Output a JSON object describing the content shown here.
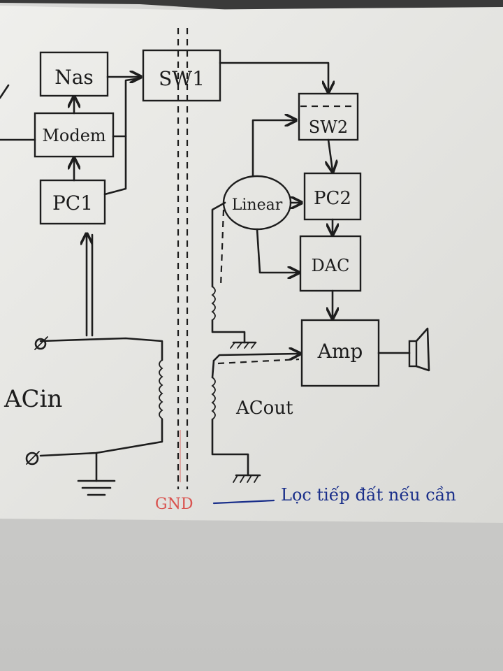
{
  "blocks": {
    "nas": "Nas",
    "modem": "Modem",
    "pc1": "PC1",
    "sw1": "SW1",
    "sw2": "SW2",
    "linear": "Linear",
    "pc2": "PC2",
    "dac": "DAC",
    "amp": "Amp"
  },
  "labels": {
    "ac_in": "ACin",
    "ac_out": "ACout",
    "gnd": "GND",
    "note": "Lọc tiếp đất nếu cần"
  },
  "colors": {
    "ink": "#1d1d1d",
    "gnd_red": "#d9534f",
    "note_blue": "#1a2f8a",
    "paper": "#f4f4f2",
    "background": "#8f8f8f"
  }
}
